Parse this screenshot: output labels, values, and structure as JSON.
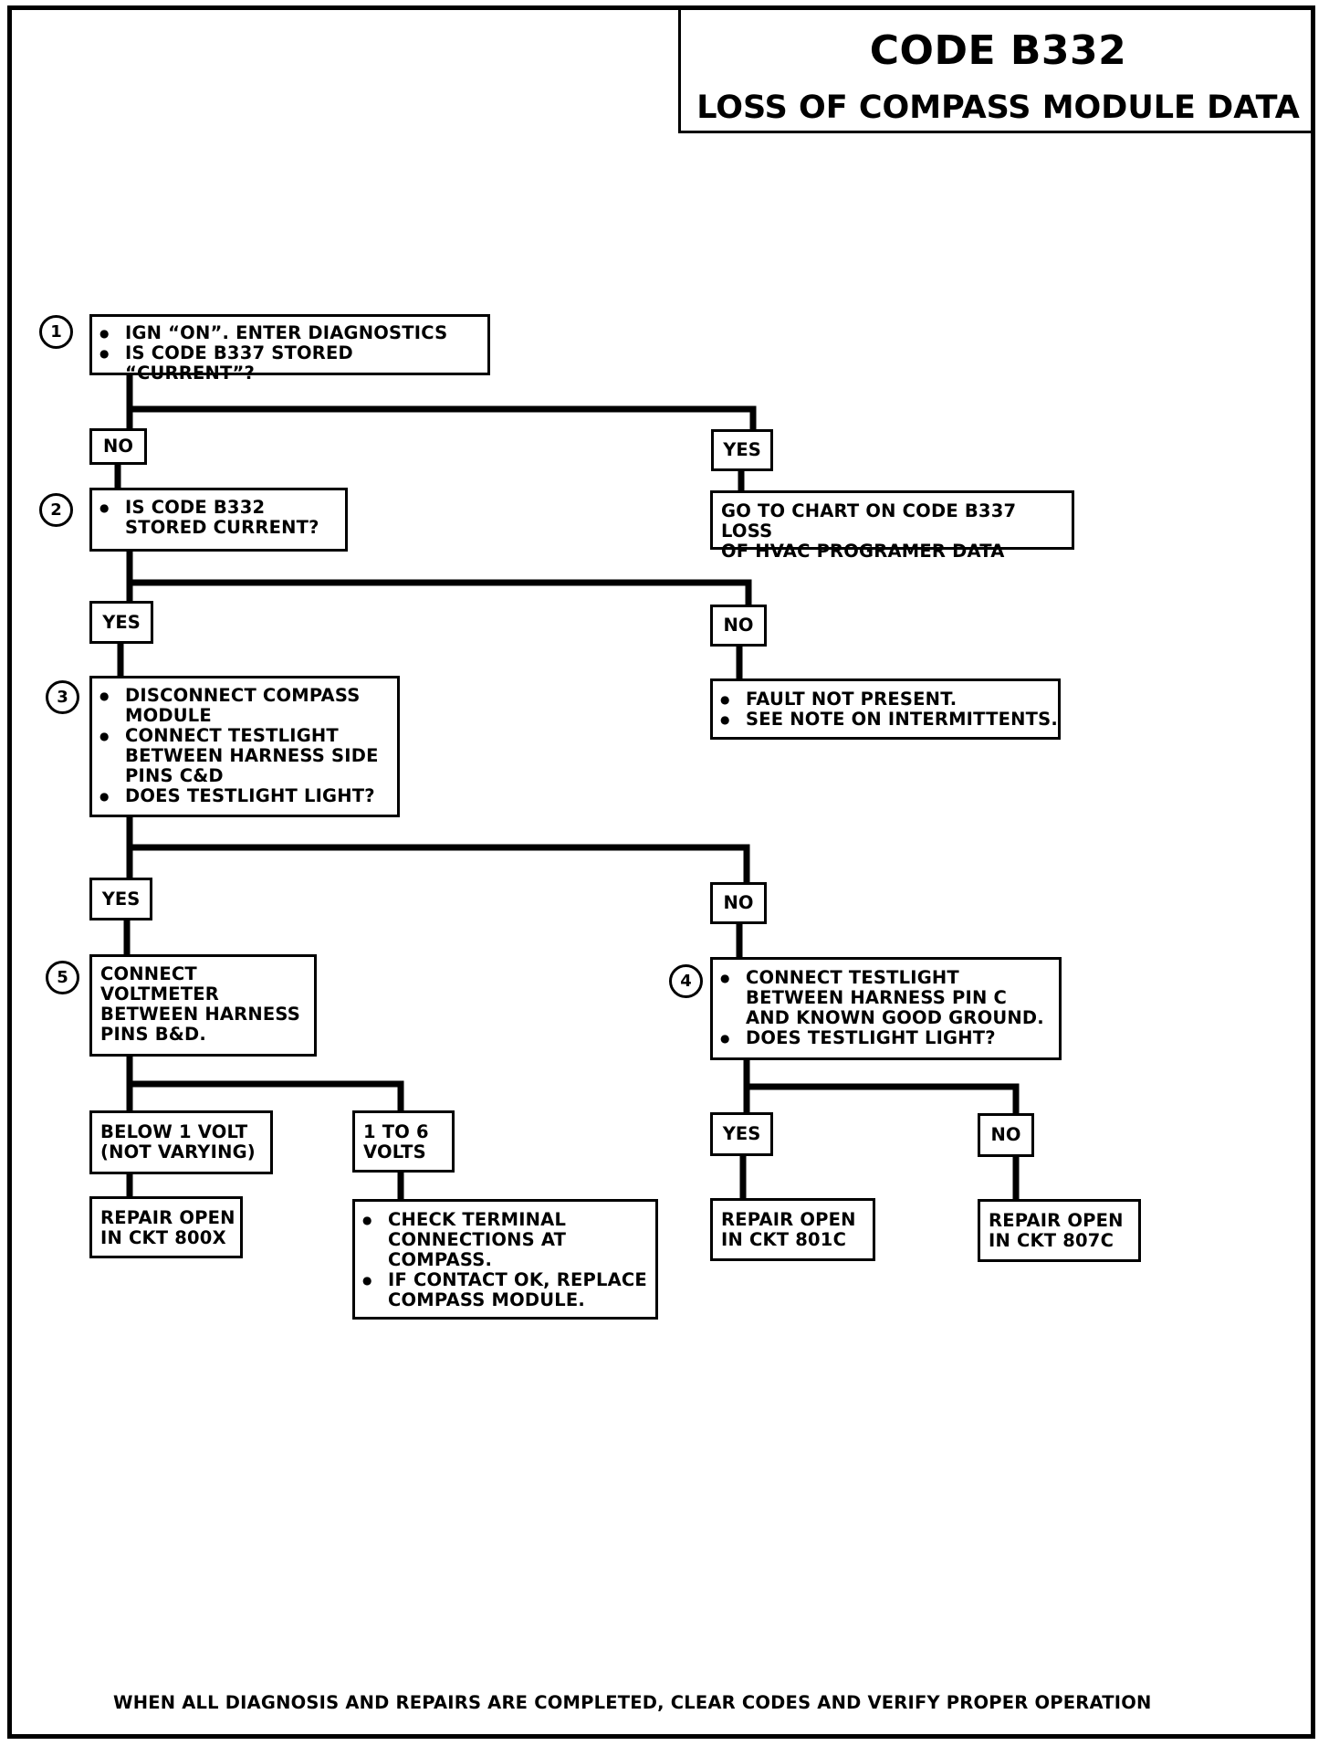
{
  "header": {
    "code": "CODE B332",
    "subtitle": "LOSS OF COMPASS MODULE DATA"
  },
  "steps": {
    "s1": {
      "number": "1",
      "bullets": [
        "IGN “ON”.  ENTER DIAGNOSTICS",
        "IS CODE B337 STORED “CURRENT”?"
      ]
    },
    "s2": {
      "number": "2",
      "bullets": [
        "IS CODE B332\nSTORED CURRENT?"
      ]
    },
    "s3": {
      "number": "3",
      "bullets": [
        "DISCONNECT COMPASS MODULE",
        "CONNECT TESTLIGHT BETWEEN HARNESS SIDE PINS C&D",
        "DOES TESTLIGHT LIGHT?"
      ]
    },
    "s4": {
      "number": "4",
      "bullets": [
        "CONNECT TESTLIGHT BETWEEN HARNESS PIN C AND KNOWN GOOD GROUND.",
        "DOES TESTLIGHT LIGHT?"
      ]
    },
    "s5": {
      "number": "5",
      "text": "CONNECT\nVOLTMETER\nBETWEEN HARNESS\nPINS B&D."
    }
  },
  "results": {
    "goto_b337": "GO TO CHART ON CODE B337 LOSS\nOF HVAC PROGRAMER DATA",
    "fault_not_present": [
      "FAULT NOT PRESENT.",
      "SEE NOTE ON INTERMITTENTS."
    ],
    "below_1_volt": "BELOW 1 VOLT\n(NOT VARYING)",
    "one_to_six": "1 TO 6\nVOLTS",
    "repair_800x": "REPAIR OPEN\nIN CKT 800X",
    "check_terminal": [
      "CHECK TERMINAL CONNECTIONS AT COMPASS.",
      "IF CONTACT OK, REPLACE COMPASS MODULE."
    ],
    "repair_801c": "REPAIR OPEN\nIN CKT 801C",
    "repair_807c": "REPAIR OPEN\nIN CKT 807C"
  },
  "branch_labels": {
    "no1": "NO",
    "yes1": "YES",
    "yes2": "YES",
    "no2": "NO",
    "yes3": "YES",
    "no3": "NO",
    "yes4": "YES",
    "no4": "NO"
  },
  "footer": "WHEN ALL DIAGNOSIS AND REPAIRS ARE COMPLETED, CLEAR CODES AND VERIFY PROPER OPERATION"
}
